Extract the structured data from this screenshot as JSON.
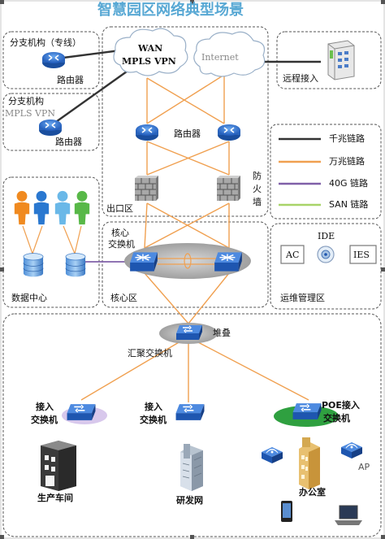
{
  "title": "智慧园区网络典型场景",
  "branch1": {
    "label": "分支机构（专线）",
    "router": "路由器"
  },
  "branch2": {
    "label1": "分支机构",
    "label2": "MPLS VPN",
    "router": "路由器"
  },
  "wan_cloud": {
    "line1": "WAN",
    "line2": "MPLS VPN"
  },
  "internet_cloud": {
    "label": "Internet"
  },
  "remote": {
    "label": "远程接入"
  },
  "routers": {
    "label": "路由器"
  },
  "firewall": {
    "line1": "防",
    "line2": "火",
    "line3": "墙"
  },
  "exit_zone": {
    "label": "出口区"
  },
  "legend": {
    "items": [
      {
        "label": "千兆链路",
        "color": "#333333"
      },
      {
        "label": "万兆链路",
        "color": "#f0a050"
      },
      {
        "label": "40G 链路",
        "color": "#8060a8"
      },
      {
        "label": "SAN 链路",
        "color": "#a8d468"
      }
    ]
  },
  "core": {
    "label1": "核心",
    "label2": "交换机",
    "zone": "核心区"
  },
  "datacenter": {
    "label": "数据中心"
  },
  "ops": {
    "ide": "IDE",
    "ac": "AC",
    "ies": "IES",
    "label": "运维管理区"
  },
  "aggregation": {
    "stack": "堆叠",
    "label": "汇聚交换机"
  },
  "access": [
    {
      "line1": "接入",
      "line2": "交换机"
    },
    {
      "line1": "接入",
      "line2": "交换机"
    },
    {
      "line1": "POE接入",
      "line2": "交换机"
    }
  ],
  "sites": {
    "factory": "生产车间",
    "rnd": "研发网",
    "office": "办公室",
    "ap": "AP"
  }
}
